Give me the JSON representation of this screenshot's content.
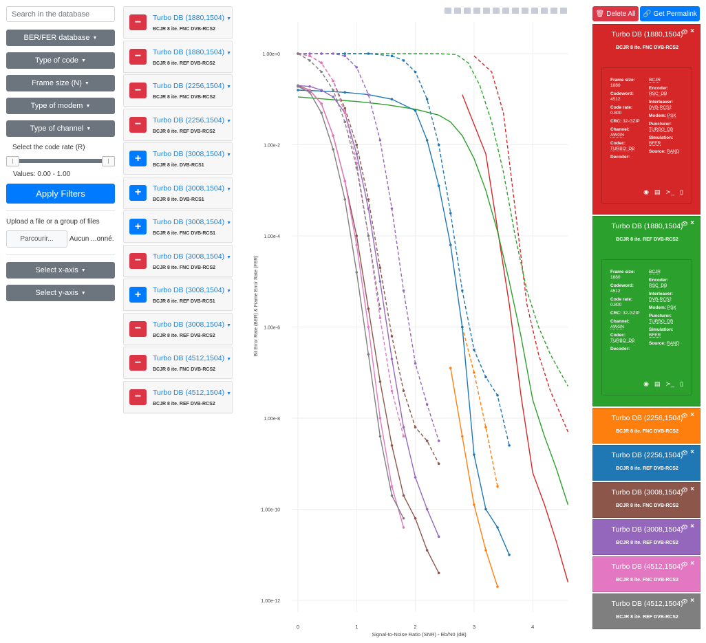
{
  "filters": {
    "search_placeholder": "Search in the database",
    "buttons": [
      "BER/FER database",
      "Type of code",
      "Frame size (N)",
      "Type of modem",
      "Type of channel",
      "Select x-axis",
      "Select y-axis"
    ],
    "rate_label": "Select the code rate (R)",
    "values_label": "Values: 0.00 - 1.00",
    "apply_label": "Apply Filters",
    "upload_label": "Upload a file or a group of files",
    "browse_label": "Parcourir...",
    "nofile_label": "Aucun ...onné."
  },
  "curves": [
    {
      "title": "Turbo DB (1880,1504)",
      "sub": "BCJR 8 ite. FNC DVB-RCS2",
      "action": "minus"
    },
    {
      "title": "Turbo DB (1880,1504)",
      "sub": "BCJR 8 ite. REF DVB-RCS2",
      "action": "minus"
    },
    {
      "title": "Turbo DB (2256,1504)",
      "sub": "BCJR 8 ite. FNC DVB-RCS2",
      "action": "minus"
    },
    {
      "title": "Turbo DB (2256,1504)",
      "sub": "BCJR 8 ite. REF DVB-RCS2",
      "action": "minus"
    },
    {
      "title": "Turbo DB (3008,1504)",
      "sub": "BCJR 8 ite. DVB-RCS1",
      "action": "plus"
    },
    {
      "title": "Turbo DB (3008,1504)",
      "sub": "BCJR 8 ite. DVB-RCS1",
      "action": "plus"
    },
    {
      "title": "Turbo DB (3008,1504)",
      "sub": "BCJR 8 ite. FNC DVB-RCS1",
      "action": "plus"
    },
    {
      "title": "Turbo DB (3008,1504)",
      "sub": "BCJR 8 ite. FNC DVB-RCS2",
      "action": "minus"
    },
    {
      "title": "Turbo DB (3008,1504)",
      "sub": "BCJR 8 ite. REF DVB-RCS1",
      "action": "plus"
    },
    {
      "title": "Turbo DB (3008,1504)",
      "sub": "BCJR 8 ite. REF DVB-RCS2",
      "action": "minus"
    },
    {
      "title": "Turbo DB (4512,1504)",
      "sub": "BCJR 8 ite. FNC DVB-RCS2",
      "action": "minus"
    },
    {
      "title": "Turbo DB (4512,1504)",
      "sub": "BCJR 8 ite. REF DVB-RCS2",
      "action": "minus"
    }
  ],
  "right": {
    "delete_all": "Delete All",
    "permalink": "Get Permalink",
    "cards": [
      {
        "title": "Turbo DB (1880,1504)",
        "sub": "BCJR 8 ite. FNC DVB-RCS2",
        "color": "#d62728",
        "expanded": true
      },
      {
        "title": "Turbo DB (1880,1504)",
        "sub": "BCJR 8 ite. REF DVB-RCS2",
        "color": "#2ca02c",
        "expanded": true
      },
      {
        "title": "Turbo DB (2256,1504)",
        "sub": "BCJR 8 ite. FNC DVB-RCS2",
        "color": "#ff7f0e",
        "expanded": false
      },
      {
        "title": "Turbo DB (2256,1504)",
        "sub": "BCJR 8 ite. REF DVB-RCS2",
        "color": "#1f77b4",
        "expanded": false
      },
      {
        "title": "Turbo DB (3008,1504)",
        "sub": "BCJR 8 ite. FNC DVB-RCS2",
        "color": "#8c564b",
        "expanded": false
      },
      {
        "title": "Turbo DB (3008,1504)",
        "sub": "BCJR 8 ite. REF DVB-RCS2",
        "color": "#9467bd",
        "expanded": false
      },
      {
        "title": "Turbo DB (4512,1504)",
        "sub": "BCJR 8 ite. FNC DVB-RCS2",
        "color": "#e377c2",
        "expanded": false
      },
      {
        "title": "Turbo DB (4512,1504)",
        "sub": "BCJR 8 ite. REF DVB-RCS2",
        "color": "#7f7f7f",
        "expanded": false
      }
    ],
    "details": {
      "left": [
        {
          "k": "Frame size:",
          "v": "1880",
          "link": false
        },
        {
          "k": "Codeword:",
          "v": "4512",
          "link": false
        },
        {
          "k": "Code rate:",
          "v": "0.800",
          "link": false
        },
        {
          "k": "CRC:",
          "v": "32-GZIP",
          "link": false,
          "inline": true
        },
        {
          "k": "Channel:",
          "v": "AWGN",
          "link": true
        },
        {
          "k": "Codec:",
          "v": "TURBO_DB",
          "link": true
        },
        {
          "k": "Decoder:",
          "v": "",
          "link": false
        }
      ],
      "right": [
        {
          "k": "",
          "v": "BCJR",
          "link": true
        },
        {
          "k": "Encoder:",
          "v": "RSC_DB",
          "link": true
        },
        {
          "k": "Interleaver:",
          "v": "DVB-RCS2",
          "link": true
        },
        {
          "k": "Modem:",
          "v": "PSK",
          "link": true,
          "inline": true
        },
        {
          "k": "Puncturer:",
          "v": "TURBO_DB",
          "link": true
        },
        {
          "k": "Simulation:",
          "v": "BFER",
          "link": true
        },
        {
          "k": "Source:",
          "v": "RAND",
          "link": true,
          "inline": true
        }
      ]
    }
  },
  "chart_data": {
    "type": "line",
    "xlabel": "Signal-to-Noise Ratio (SNR) - Eb/N0 (dB)",
    "ylabel": "Bit Error Rate (BER) & Frame Error Rate (FER)",
    "x_ticks": [
      "0",
      "1",
      "2",
      "3",
      "4"
    ],
    "y_ticks": [
      "1.00e+0",
      "1.00e-2",
      "1.00e-4",
      "1.00e-6",
      "1.00e-8",
      "1.00e-10",
      "1.00e-12"
    ],
    "xlim": [
      -0.1,
      4.6
    ],
    "ylim": [
      -12,
      0.5
    ],
    "y_scale": "log",
    "series": [
      {
        "color": "#d62728",
        "dash": "solid",
        "markers": false,
        "x": [
          2.8,
          3.2,
          3.6,
          3.8,
          4.0,
          4.2,
          4.4,
          4.6
        ],
        "y": [
          -0.9,
          -2.2,
          -5.5,
          -7.5,
          -9.2,
          -9.9,
          -10.7,
          -11.6
        ]
      },
      {
        "color": "#d62728",
        "dash": "dash",
        "markers": false,
        "x": [
          3.0,
          3.3,
          3.5,
          3.7,
          3.9,
          4.1,
          4.3,
          4.6
        ],
        "y": [
          -0.05,
          -0.4,
          -1.3,
          -3.4,
          -5.5,
          -6.6,
          -7.4,
          -8.3
        ]
      },
      {
        "color": "#2ca02c",
        "dash": "solid",
        "markers": false,
        "x": [
          0,
          0.5,
          1.0,
          1.5,
          2.0,
          2.4,
          2.6,
          2.8,
          3.0,
          3.2,
          3.4,
          3.6,
          3.8,
          4.0,
          4.2,
          4.4,
          4.6
        ],
        "y": [
          -0.95,
          -1.0,
          -1.05,
          -1.12,
          -1.22,
          -1.35,
          -1.5,
          -1.8,
          -2.3,
          -3.0,
          -3.9,
          -5.0,
          -6.2,
          -7.6,
          -8.4,
          -9.1,
          -9.9
        ]
      },
      {
        "color": "#2ca02c",
        "dash": "dash",
        "markers": false,
        "x": [
          0,
          0.5,
          1.0,
          1.5,
          2.0,
          2.4,
          2.7,
          2.9,
          3.1,
          3.3,
          3.5,
          3.7,
          3.9,
          4.1,
          4.3,
          4.6
        ],
        "y": [
          0,
          0,
          0,
          0,
          0,
          0,
          -0.02,
          -0.2,
          -0.7,
          -1.5,
          -2.6,
          -4.0,
          -5.2,
          -6.0,
          -6.6,
          -7.3
        ]
      },
      {
        "color": "#ff7f0e",
        "dash": "solid",
        "markers": true,
        "x": [
          2.6,
          2.8,
          3.0,
          3.2,
          3.4
        ],
        "y": [
          -6.9,
          -8.4,
          -9.9,
          -10.9,
          -11.7
        ]
      },
      {
        "color": "#ff7f0e",
        "dash": "dash",
        "markers": true,
        "x": [
          2.8,
          3.0,
          3.2,
          3.4
        ],
        "y": [
          -6.0,
          -7.0,
          -8.2,
          -9.5
        ]
      },
      {
        "color": "#1f77b4",
        "dash": "solid",
        "markers": true,
        "x": [
          0,
          0.4,
          0.8,
          1.2,
          1.6,
          2.0,
          2.2,
          2.4,
          2.6,
          2.8,
          3.0,
          3.2,
          3.4,
          3.6
        ],
        "y": [
          -0.8,
          -0.82,
          -0.85,
          -0.9,
          -1.0,
          -1.25,
          -1.9,
          -2.9,
          -4.2,
          -6.0,
          -8.8,
          -10.0,
          -10.4,
          -11.0
        ]
      },
      {
        "color": "#1f77b4",
        "dash": "dash",
        "markers": true,
        "x": [
          0,
          0.4,
          0.8,
          1.2,
          1.6,
          1.8,
          2.0,
          2.2,
          2.4,
          2.6,
          2.8,
          3.0,
          3.2,
          3.4,
          3.6
        ],
        "y": [
          0,
          0,
          0,
          0,
          -0.05,
          -0.15,
          -0.4,
          -1.0,
          -2.0,
          -3.5,
          -5.2,
          -6.5,
          -7.1,
          -7.5,
          -8.6
        ]
      },
      {
        "color": "#8c564b",
        "dash": "solid",
        "markers": true,
        "x": [
          0,
          0.2,
          0.4,
          0.6,
          0.8,
          1.0,
          1.2,
          1.4,
          1.6,
          1.8,
          2.0,
          2.2,
          2.4
        ],
        "y": [
          -0.7,
          -0.8,
          -1.1,
          -1.8,
          -2.8,
          -4.0,
          -5.6,
          -7.2,
          -8.6,
          -9.7,
          -10.2,
          -10.9,
          -11.4
        ]
      },
      {
        "color": "#8c564b",
        "dash": "dash",
        "markers": true,
        "x": [
          0,
          0.2,
          0.4,
          0.6,
          0.8,
          1.0,
          1.2,
          1.4,
          1.6,
          1.8,
          2.0,
          2.2,
          2.4
        ],
        "y": [
          0,
          -0.05,
          -0.2,
          -0.6,
          -1.2,
          -2.0,
          -3.2,
          -4.7,
          -6.2,
          -7.4,
          -8.2,
          -8.5,
          -9.0
        ]
      },
      {
        "color": "#9467bd",
        "dash": "solid",
        "markers": true,
        "x": [
          0,
          0.2,
          0.4,
          0.6,
          0.8,
          1.0,
          1.2,
          1.4,
          1.6,
          1.8,
          2.0,
          2.2,
          2.4
        ],
        "y": [
          -0.7,
          -0.72,
          -0.8,
          -0.95,
          -1.3,
          -2.2,
          -3.4,
          -5.0,
          -6.7,
          -8.2,
          -9.3,
          -10.0,
          -10.6
        ]
      },
      {
        "color": "#9467bd",
        "dash": "dash",
        "markers": true,
        "x": [
          0,
          0.2,
          0.4,
          0.6,
          0.8,
          1.0,
          1.2,
          1.4,
          1.6,
          1.8,
          2.0,
          2.2,
          2.4
        ],
        "y": [
          0,
          0,
          0,
          0,
          -0.05,
          -0.3,
          -0.9,
          -1.9,
          -3.4,
          -5.2,
          -6.8,
          -7.7,
          -8.5
        ]
      },
      {
        "color": "#e377c2",
        "dash": "solid",
        "markers": true,
        "x": [
          0,
          0.2,
          0.4,
          0.6,
          0.8,
          1.0,
          1.2,
          1.4,
          1.6,
          1.8
        ],
        "y": [
          -0.72,
          -0.8,
          -1.1,
          -1.8,
          -2.8,
          -4.2,
          -6.0,
          -8.0,
          -9.5,
          -10.4
        ]
      },
      {
        "color": "#e377c2",
        "dash": "dash",
        "markers": true,
        "x": [
          0,
          0.2,
          0.4,
          0.6,
          0.8,
          1.0,
          1.2,
          1.4,
          1.6,
          1.8
        ],
        "y": [
          0,
          -0.05,
          -0.2,
          -0.6,
          -1.3,
          -2.4,
          -4.0,
          -5.8,
          -7.4,
          -8.4
        ]
      },
      {
        "color": "#7f7f7f",
        "dash": "solid",
        "markers": true,
        "x": [
          0,
          0.2,
          0.4,
          0.6,
          0.8,
          1.0,
          1.2,
          1.4,
          1.6,
          1.8
        ],
        "y": [
          -0.72,
          -0.85,
          -1.3,
          -2.1,
          -3.2,
          -4.8,
          -6.6,
          -8.4,
          -9.7,
          -10.2
        ]
      },
      {
        "color": "#7f7f7f",
        "dash": "dash",
        "markers": true,
        "x": [
          0,
          0.2,
          0.4,
          0.6,
          0.8,
          1.0,
          1.2,
          1.4
        ],
        "y": [
          0,
          -0.15,
          -0.4,
          -0.8,
          -1.5,
          -2.5,
          -4.0,
          -5.6
        ]
      }
    ]
  }
}
